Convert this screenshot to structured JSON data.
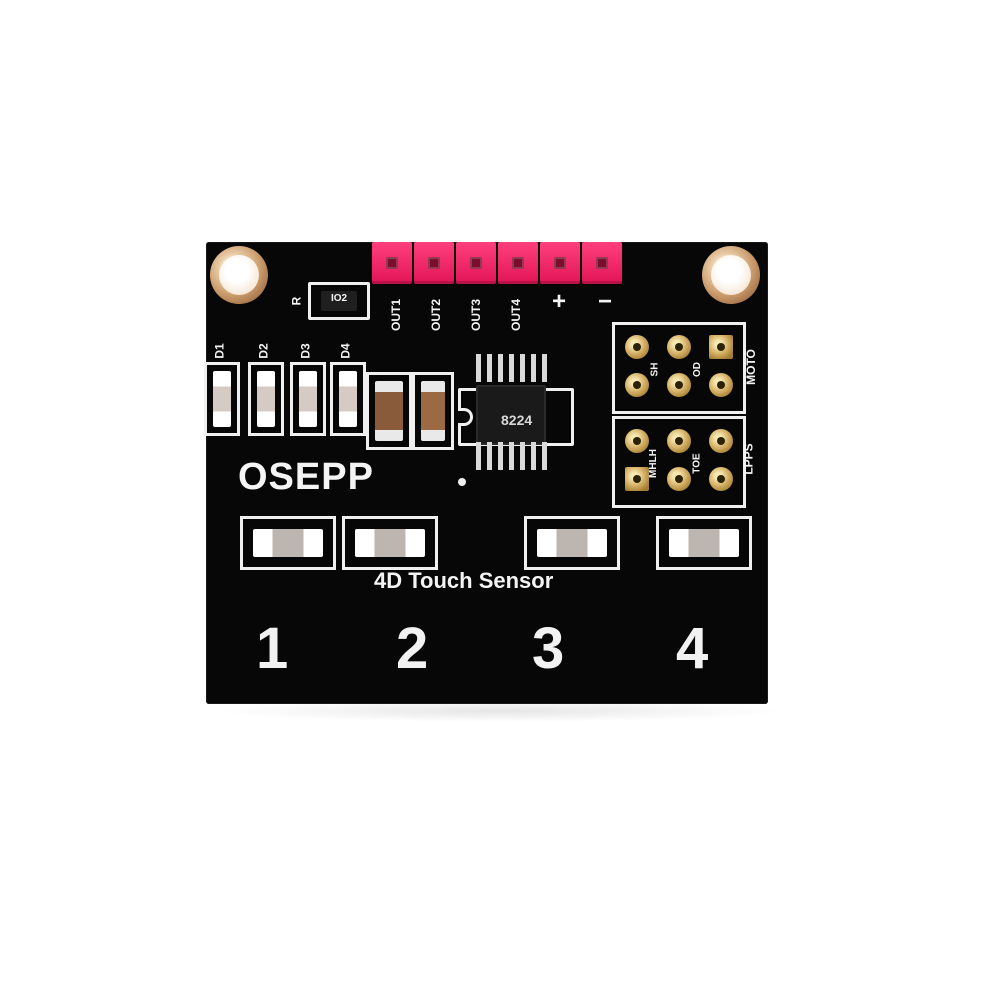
{
  "board": {
    "brand": "OSEPP",
    "product_name": "4D Touch Sensor",
    "header_labels": [
      "OUT1",
      "OUT2",
      "OUT3",
      "OUT4",
      "+",
      "−"
    ],
    "led_labels": [
      "D1",
      "D2",
      "D3",
      "D4"
    ],
    "r_label": "R",
    "ic_label": "IO2",
    "chip_marking": "8224",
    "jumper_top_labels": [
      "SH",
      "OD"
    ],
    "jumper_bottom_labels": [
      "MHLH",
      "TOE"
    ],
    "right_labels": [
      "MOTO",
      "LPPS"
    ],
    "touch_pad_numbers": [
      "1",
      "2",
      "3",
      "4"
    ]
  },
  "colors": {
    "background": "#ffffff",
    "pcb": "#070707",
    "silkscreen": "#f4f4f4",
    "header_pins": "#e11558",
    "gold": "#d7b46a"
  }
}
